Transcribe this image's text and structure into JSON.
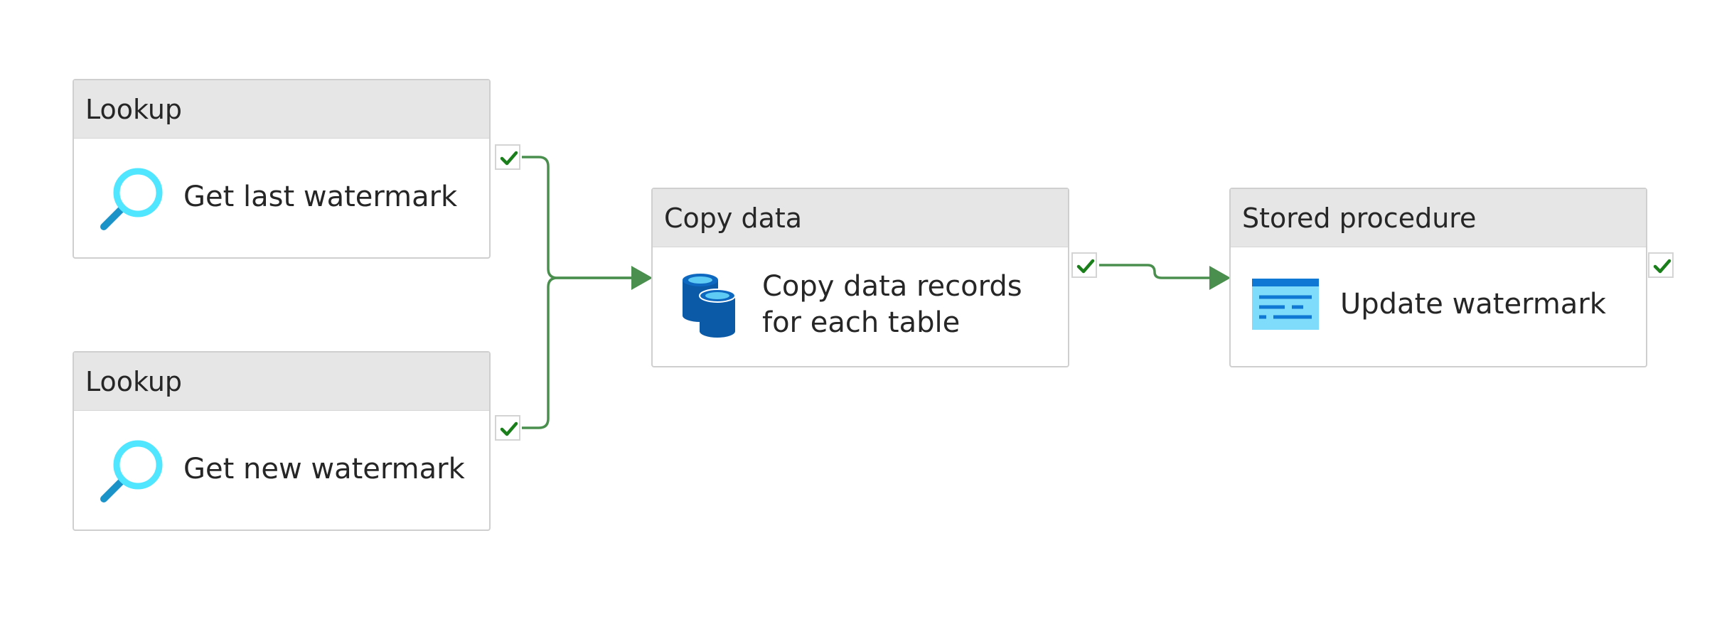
{
  "colors": {
    "connector": "#4b8f4f",
    "check": "#1a7f1a",
    "header_bg": "#e6e6e6",
    "border": "#cfcfcf",
    "text": "#262626",
    "lookup_icon": "#50e6ff",
    "lookup_handle": "#1b93c9",
    "cylinder_dark": "#0a5aa8",
    "cylinder_light": "#5ecbf4",
    "procedure_light": "#7fdcfa",
    "procedure_dark": "#0f78d4"
  },
  "activities": [
    {
      "id": "lookup-1",
      "type": "Lookup",
      "name": "Get last watermark",
      "icon": "magnifier-icon"
    },
    {
      "id": "lookup-2",
      "type": "Lookup",
      "name": "Get new watermark",
      "icon": "magnifier-icon"
    },
    {
      "id": "copy",
      "type": "Copy data",
      "name": "Copy data records\nfor each table",
      "icon": "database-cylinders-icon"
    },
    {
      "id": "sproc",
      "type": "Stored procedure",
      "name": "Update watermark",
      "icon": "stored-procedure-icon"
    }
  ],
  "success_ports": [
    {
      "id": "lookup-1-success",
      "icon": "checkmark-icon"
    },
    {
      "id": "lookup-2-success",
      "icon": "checkmark-icon"
    },
    {
      "id": "copy-success",
      "icon": "checkmark-icon"
    },
    {
      "id": "sproc-success",
      "icon": "checkmark-icon"
    }
  ]
}
